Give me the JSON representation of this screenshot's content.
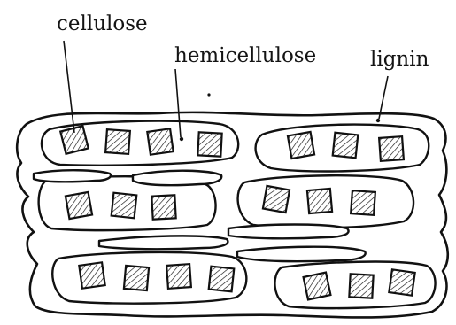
{
  "labels": {
    "cellulose": "cellulose",
    "hemicellulose": "hemicellulose",
    "lignin": "lignin"
  },
  "colors": {
    "ink": "#111111",
    "background": "#ffffff"
  }
}
